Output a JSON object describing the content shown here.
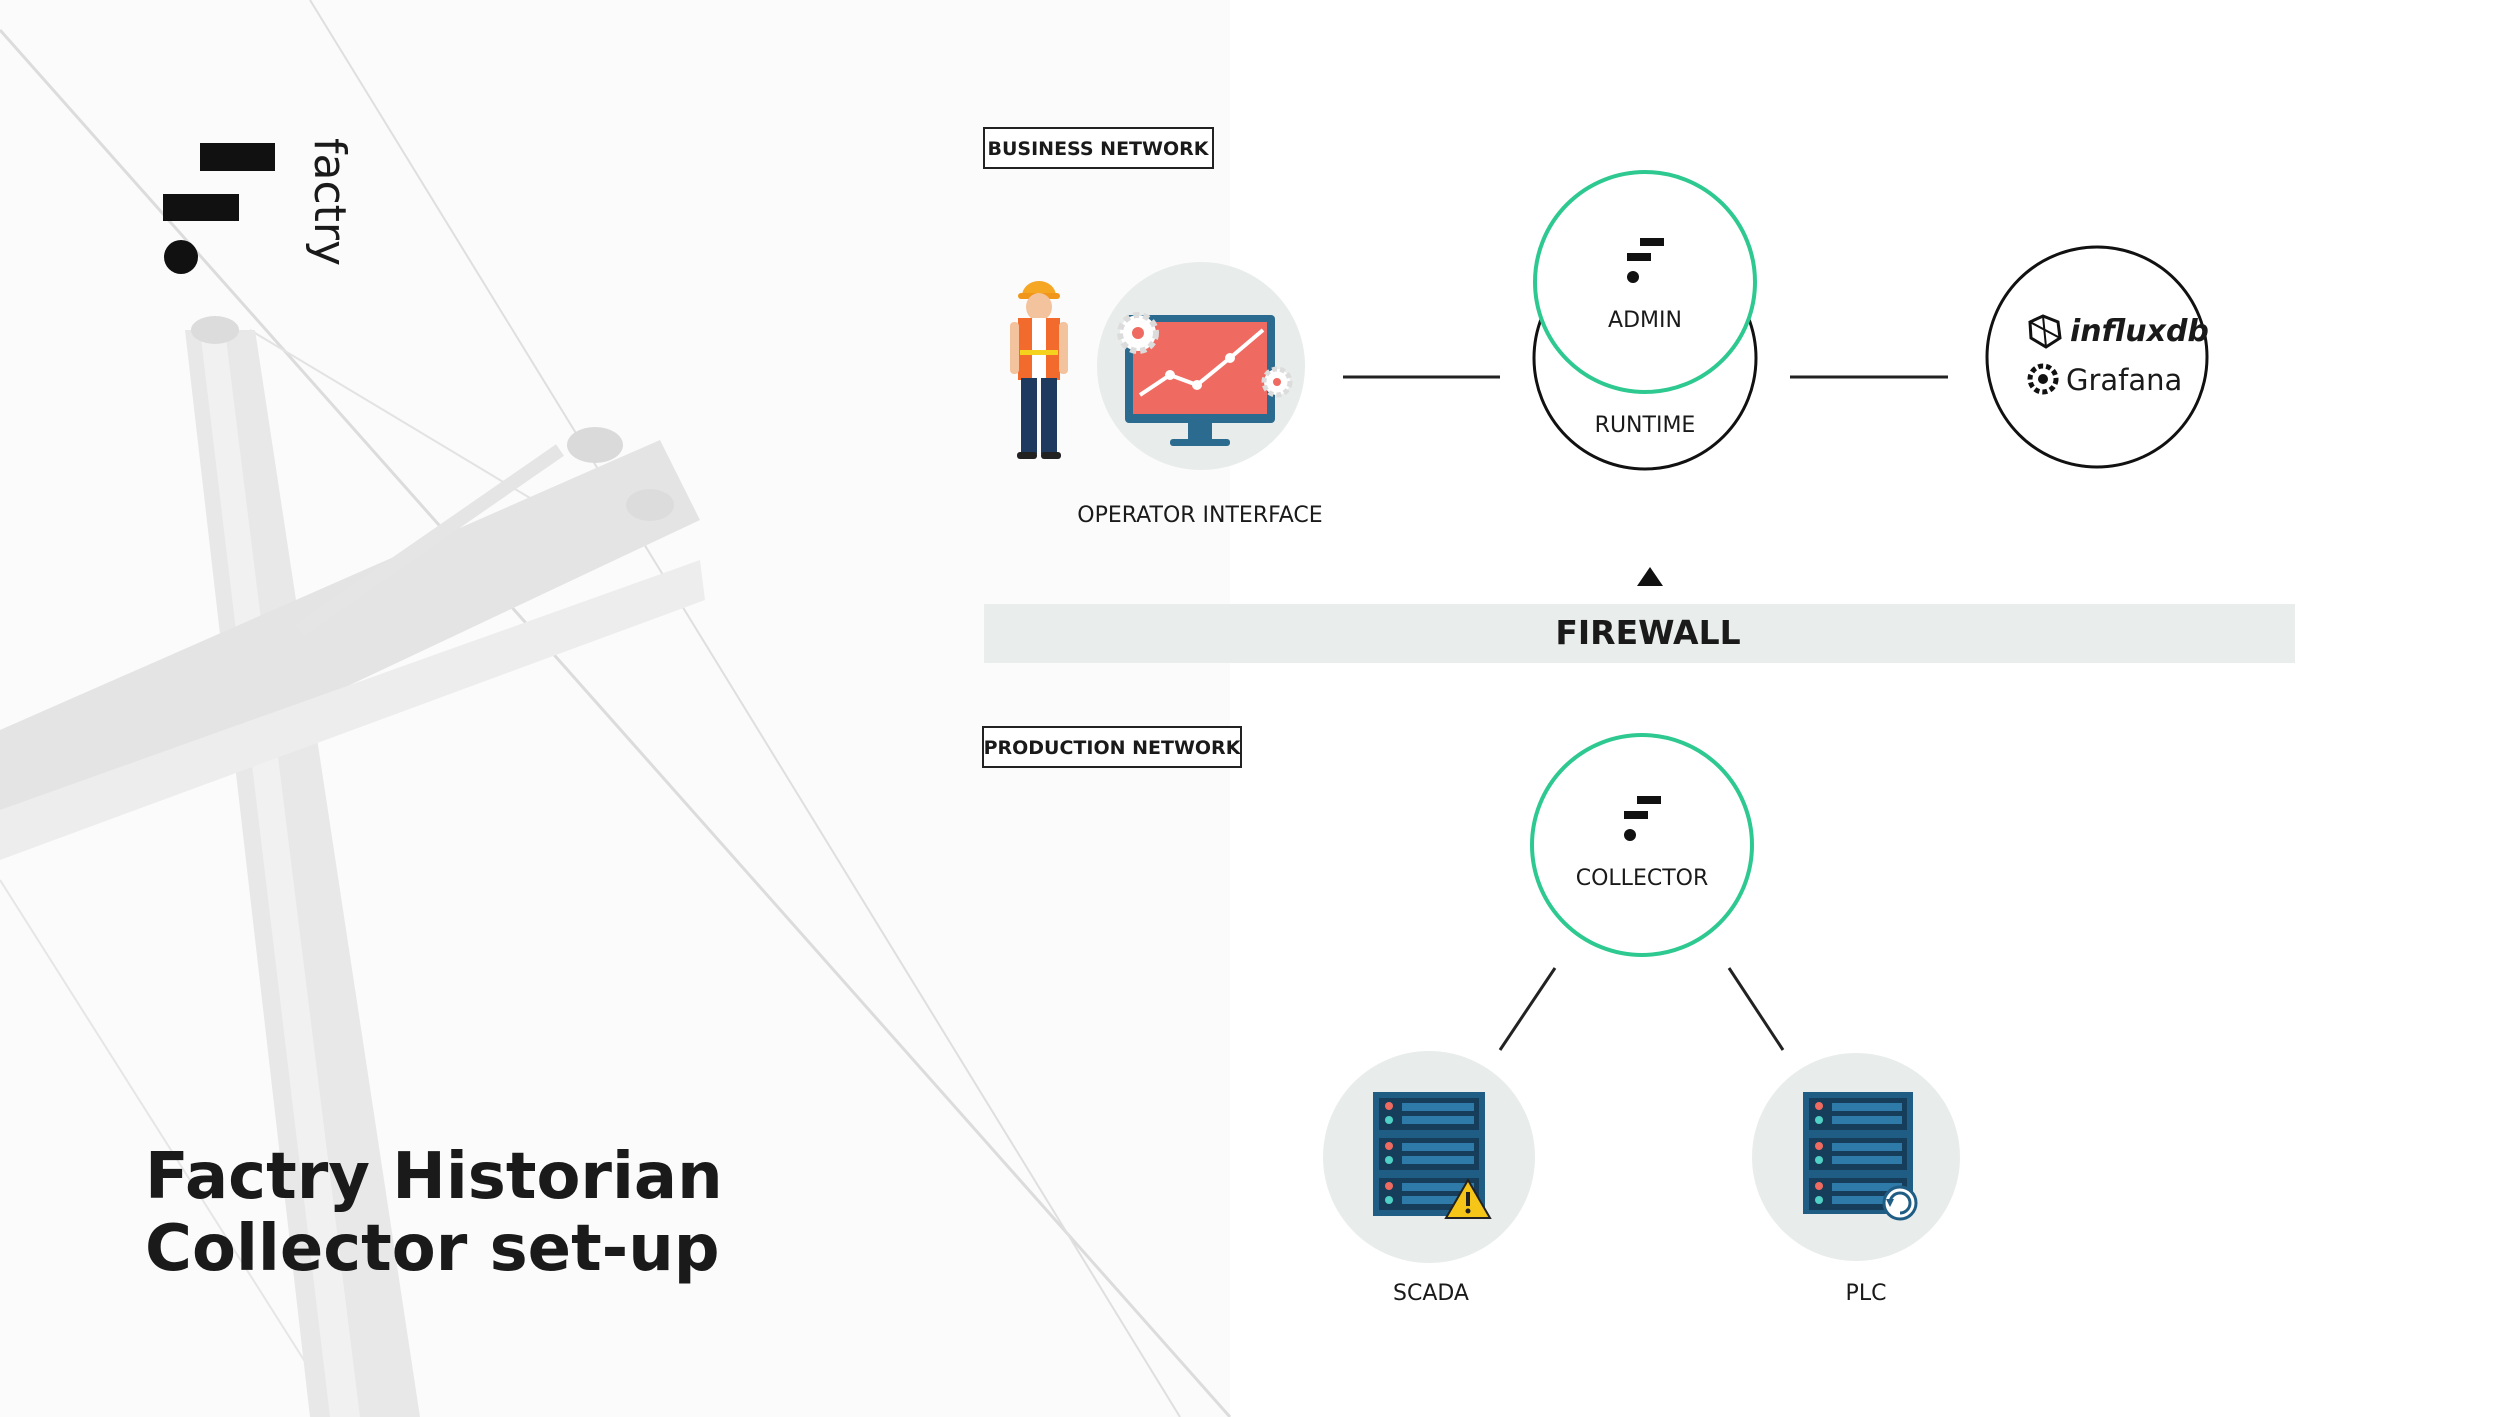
{
  "brand": {
    "wordmark": "factry"
  },
  "title": {
    "line1": "Factry Historian",
    "line2": "Collector set-up"
  },
  "business_network": {
    "label": "BUSINESS NETWORK",
    "operator_interface": "OPERATOR INTERFACE",
    "admin": "ADMIN",
    "runtime": "RUNTIME",
    "influxdb": "influxdb",
    "grafana": "Grafana"
  },
  "firewall": {
    "label": "FIREWALL"
  },
  "production_network": {
    "label": "PRODUCTION NETWORK",
    "collector": "COLLECTOR",
    "scada": "SCADA",
    "plc": "PLC"
  },
  "colors": {
    "accent": "#2ec990",
    "dark": "#111111",
    "firewall_bg": "#e9edeb",
    "icon_bg": "#e8ecea",
    "monitor": "#2b6b8f",
    "screen": "#ef6b61",
    "server": "#1f5d84",
    "warning": "#f5c518"
  }
}
